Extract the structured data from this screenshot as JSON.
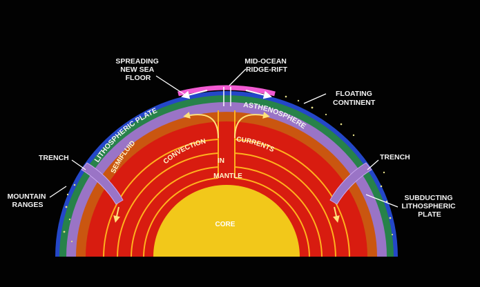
{
  "labels": {
    "spreading": [
      "SPREADING",
      "NEW SEA",
      "FLOOR"
    ],
    "mid_ocean": [
      "MID-OCEAN",
      "RIDGE-RIFT"
    ],
    "floating_continent": [
      "FLOATING",
      "CONTINENT"
    ],
    "trench_left": "TRENCH",
    "trench_right": "TRENCH",
    "mountain_ranges": [
      "MOUNTAIN",
      "RANGES"
    ],
    "subducting": [
      "SUBDUCTING",
      "LITHOSPHERIC",
      "PLATE"
    ],
    "lithospheric_plate": "LITHOSPHERIC PLATE",
    "asthenosphere": "ASTHENOSPHERE",
    "semifluid": "SEMIFLUID",
    "convection": "CONVECTION",
    "in": "IN",
    "currents": "CURRENTS",
    "mantle": "MANTLE",
    "core": "CORE"
  },
  "colors": {
    "background": "#020202",
    "core": "#f2c81a",
    "mantle": "#d81c10",
    "current_lines": "#ffb21e",
    "asthenosphere": "#ca5610",
    "lithosphere": "#9a74c6",
    "continent": "#2a8a4a",
    "ocean_edge": "#2447c8",
    "leader_lines": "#ffffff"
  }
}
